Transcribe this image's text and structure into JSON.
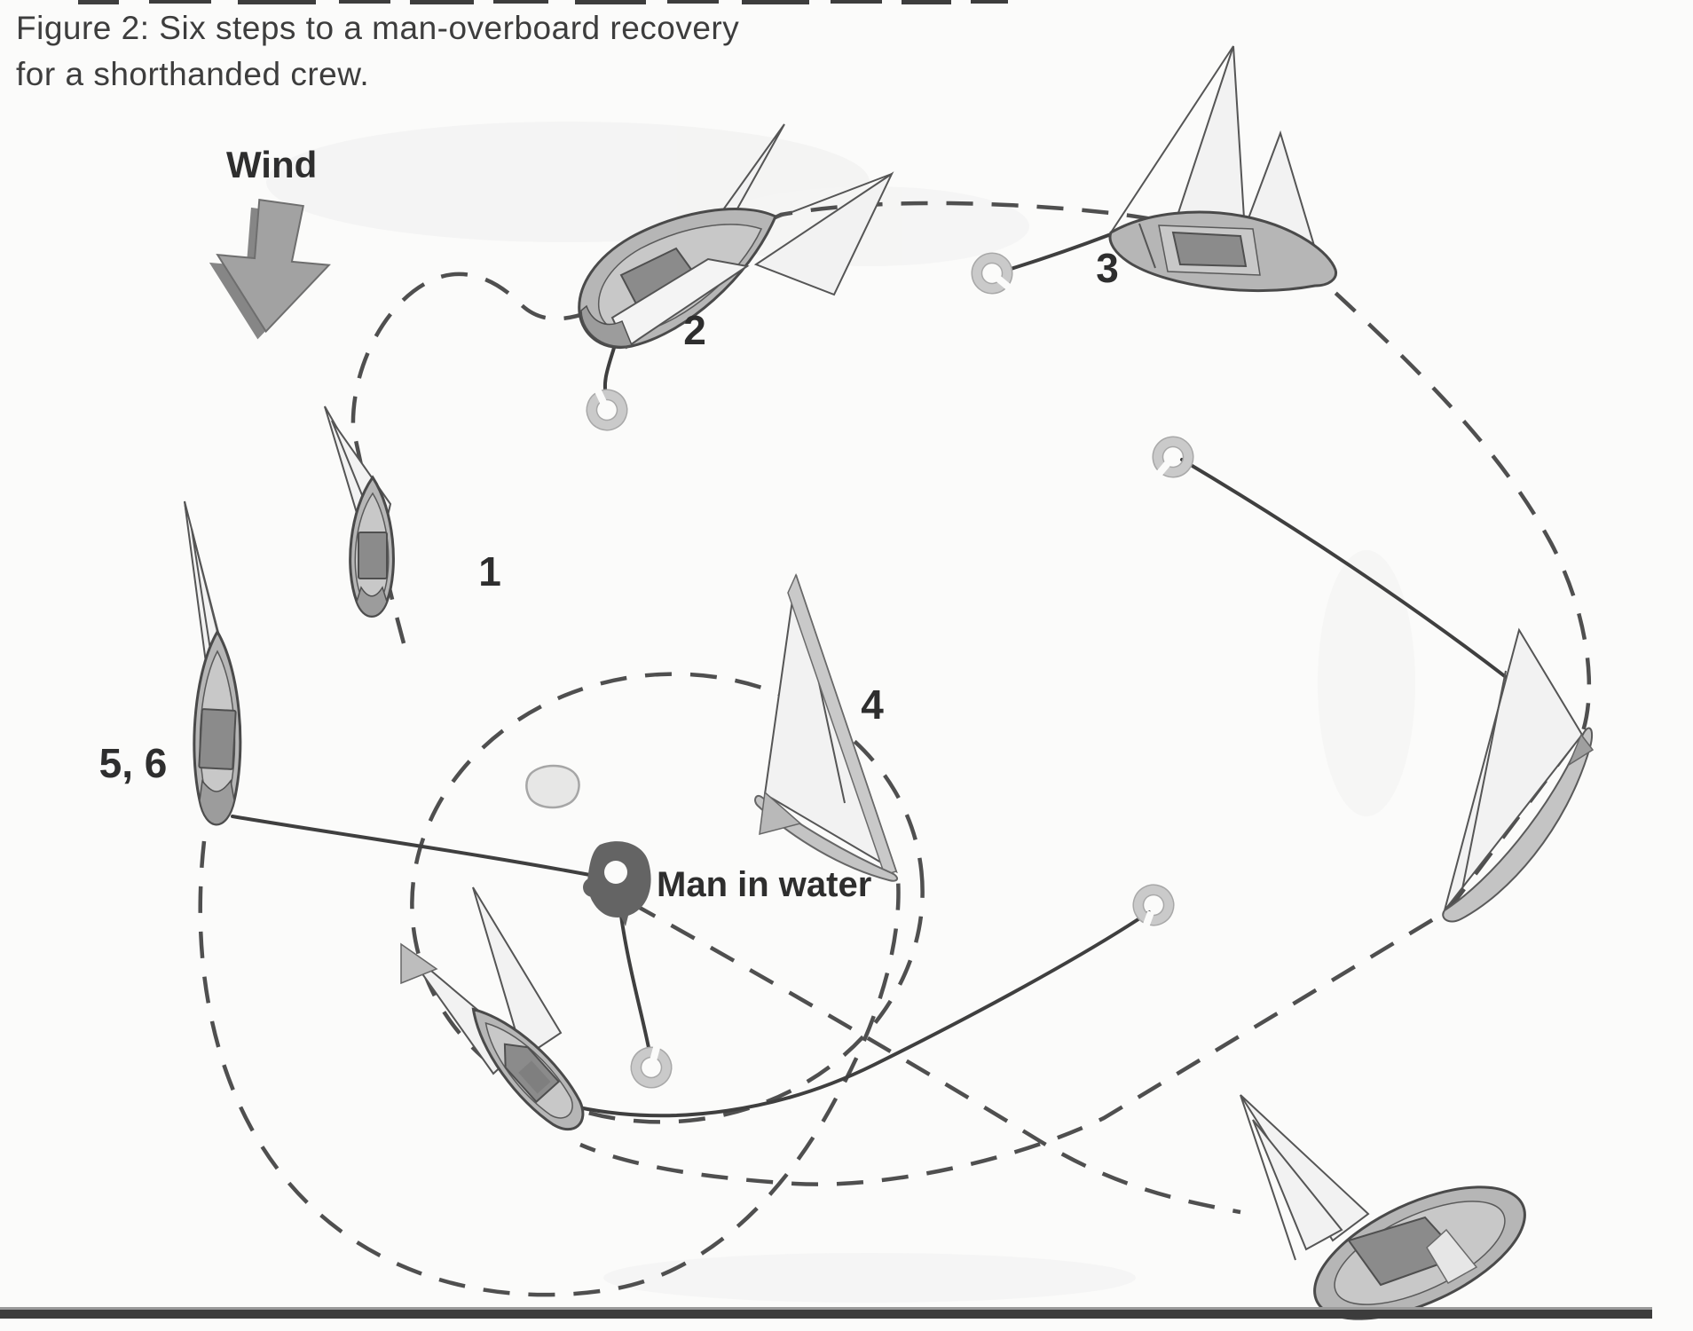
{
  "figure": {
    "caption_line1": "Figure 2: Six steps to a man-overboard recovery",
    "caption_line2": "for a shorthanded crew.",
    "wind_label": "Wind",
    "man_in_water_label": "Man in water",
    "step_labels": {
      "step1": "1",
      "step2": "2",
      "step3": "3",
      "step4": "4",
      "step5_6": "5, 6"
    }
  },
  "colors": {
    "background": "#fbfbfa",
    "dashed_course": "#4f4f4f",
    "tow_rope": "#3f3f3f",
    "hull_gray": "#b6b6b6",
    "deck_gray": "#c8c8c8",
    "cockpit_gray": "#8b8b8b",
    "sail_white": "#f2f2f2",
    "buoy_gray": "#c6c6c6",
    "man_gray": "#646464",
    "wind_arrow_gray": "#a2a2a2",
    "text_gray": "#2e2e2e"
  }
}
